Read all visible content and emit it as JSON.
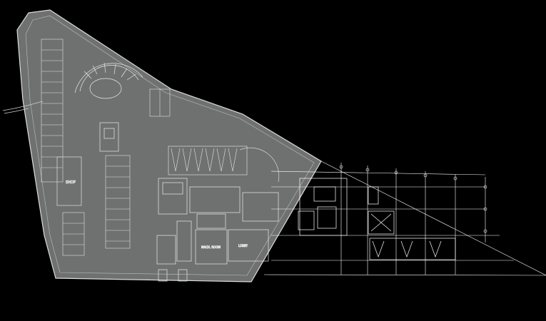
{
  "labels": {
    "shop": "SHOP",
    "room_a": "MACH. ROOM",
    "room_b": "LOBBY"
  },
  "colors": {
    "background": "#000000",
    "slab_fill": "#6f7170",
    "slab_line": "#dcdcdc",
    "grid_line": "#ffffff"
  }
}
